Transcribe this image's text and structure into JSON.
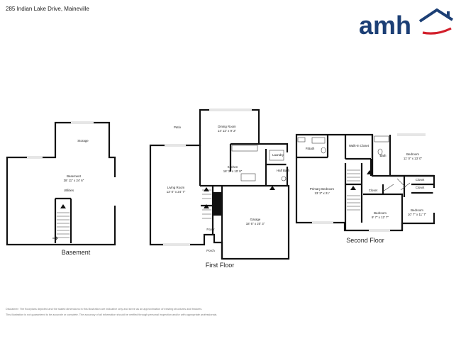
{
  "header": {
    "address": "285 Indian Lake Drive, Maineville"
  },
  "brand": {
    "logo_text": "amh",
    "colors": {
      "blue": "#1c3f75",
      "red": "#d21f2b"
    }
  },
  "floors": {
    "basement": "Basement",
    "first": "First Floor",
    "second": "Second Floor"
  },
  "rooms": {
    "basement": [
      {
        "name": "Storage",
        "dims": ""
      },
      {
        "name": "Basement",
        "dims": "38' 11\" x 24' 6\""
      },
      {
        "name": "Utilities",
        "dims": ""
      }
    ],
    "first": [
      {
        "name": "Patio",
        "dims": ""
      },
      {
        "name": "Dining Room",
        "dims": "14' 11\" x 9' 2\""
      },
      {
        "name": "Kitchen",
        "dims": "18' 3\" x 10' 8\""
      },
      {
        "name": "Laundry",
        "dims": ""
      },
      {
        "name": "Half Bath",
        "dims": ""
      },
      {
        "name": "Living Room",
        "dims": "13' 0\" x 24' 7\""
      },
      {
        "name": "Garage",
        "dims": "18' 6\" x 20' 3\""
      },
      {
        "name": "Foyer",
        "dims": ""
      },
      {
        "name": "Porch",
        "dims": ""
      }
    ],
    "second": [
      {
        "name": "P.Bath",
        "dims": ""
      },
      {
        "name": "Walk-in Closet",
        "dims": ""
      },
      {
        "name": "Bath",
        "dims": ""
      },
      {
        "name": "Bedroom",
        "dims": "11' 0\" x 13' 0\""
      },
      {
        "name": "Primary Bedroom",
        "dims": "13' 3\" x 21'"
      },
      {
        "name": "Closet",
        "dims": ""
      },
      {
        "name": "Closet",
        "dims": ""
      },
      {
        "name": "Closet",
        "dims": ""
      },
      {
        "name": "Bedroom",
        "dims": "9' 7\" x 12' 7\""
      },
      {
        "name": "Bedroom",
        "dims": "10' 7\" x 11' 7\""
      }
    ]
  },
  "footer": {
    "disclaimer_1": "Disclaimer: The floorplans depicted and the stated dimensions in this illustration are indicative only and serve as an approximation of existing structures and features.",
    "disclaimer_2": "This illustration is not guaranteed to be accurate or complete. The accuracy of all information should be verified through personal inspection and/or with appropriate professionals."
  }
}
